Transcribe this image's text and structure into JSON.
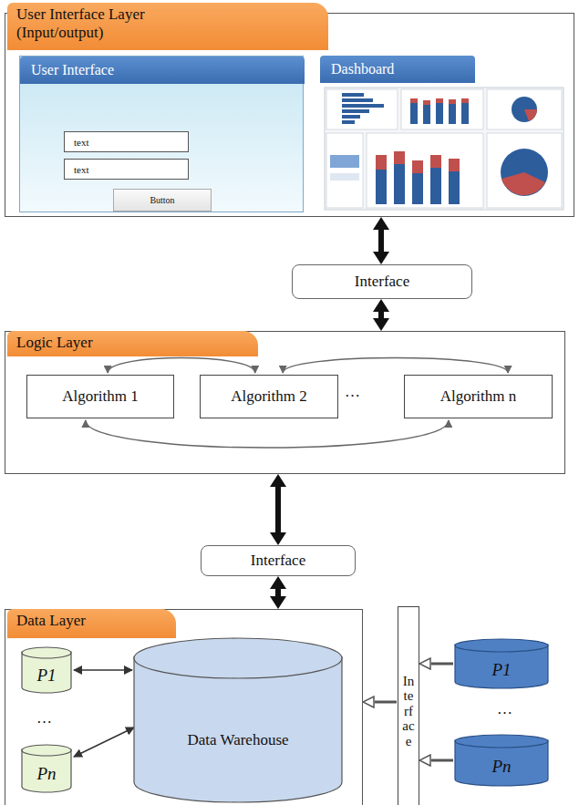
{
  "diagram": {
    "nodes": [
      {
        "text": [
          "User Interface Layer (Input/output)"
        ]
      },
      {
        "text": [
          "User Interface"
        ],
        "in": 0
      },
      {
        "text": [
          "text"
        ],
        "in": 1
      },
      {
        "text": [
          "text"
        ],
        "in": 1
      },
      {
        "text": [
          "Button"
        ],
        "in": 1
      },
      {
        "text": [
          "Dashboard"
        ],
        "in": 0
      },
      {
        "text": [
          "Interface"
        ]
      },
      {
        "text": [
          "Logic Layer"
        ]
      },
      {
        "text": [
          "Algorithm 1"
        ],
        "in": 7
      },
      {
        "text": [
          "Algorithm 2"
        ],
        "in": 7
      },
      {
        "text": [
          "Algorithm n"
        ],
        "in": 7
      },
      {
        "text": [
          "Interface"
        ]
      },
      {
        "text": [
          "Data Layer"
        ]
      },
      {
        "text": [
          "P1"
        ],
        "in": 12
      },
      {
        "text": [
          "Pn"
        ],
        "in": 12
      },
      {
        "text": [
          "Data Warehouse"
        ],
        "in": 12
      },
      {
        "text": [
          "Interface"
        ]
      },
      {
        "text": [
          "P1"
        ]
      },
      {
        "text": [
          "Pn"
        ]
      }
    ],
    "edges": [
      {
        "from": 0,
        "to": 6,
        "arrow": "both"
      },
      {
        "from": 6,
        "to": 7,
        "arrow": "both"
      },
      {
        "from": 7,
        "to": 11,
        "arrow": "both"
      },
      {
        "from": 11,
        "to": 12,
        "arrow": "both"
      },
      {
        "from": 8,
        "to": 9,
        "arrow": "both"
      },
      {
        "from": 9,
        "to": 10,
        "arrow": "both"
      },
      {
        "from": 8,
        "to": 10,
        "arrow": "both"
      },
      {
        "from": 13,
        "to": 15,
        "arrow": "both"
      },
      {
        "from": 14,
        "to": 15,
        "arrow": "both"
      },
      {
        "from": 16,
        "to": 12,
        "arrow": "to"
      },
      {
        "from": 17,
        "to": 16,
        "arrow": "to"
      },
      {
        "from": 18,
        "to": 16,
        "arrow": "to"
      }
    ],
    "labels": [
      "…",
      "…",
      "…"
    ]
  }
}
